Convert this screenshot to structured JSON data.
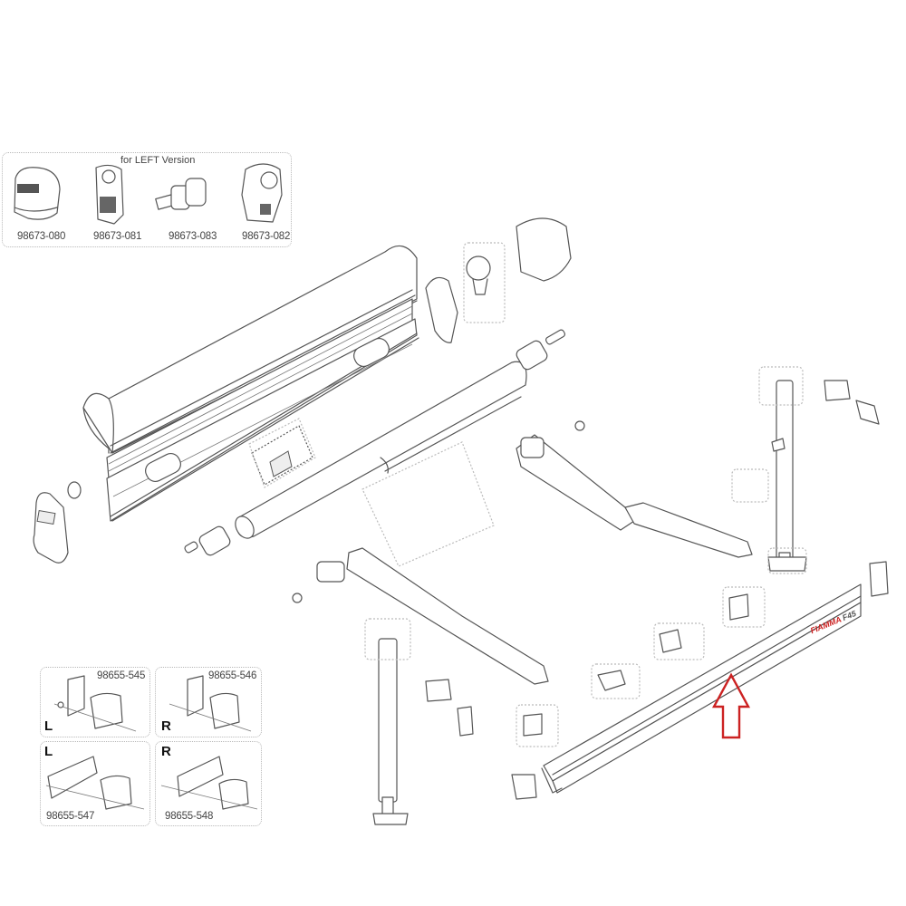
{
  "diagram": {
    "type": "exploded parts diagram",
    "subject": "Awning assembly (case, roller tube, arms, legs, front bar)",
    "accent_color": "#cc2222",
    "line_color": "#555555"
  },
  "left_version_box": {
    "title": "for LEFT Version",
    "parts": [
      {
        "number": "98673-080",
        "icon": "end-cap-cover-icon"
      },
      {
        "number": "98673-081",
        "icon": "end-plate-bracket-icon"
      },
      {
        "number": "98673-083",
        "icon": "roller-plug-icon"
      },
      {
        "number": "98673-082",
        "icon": "end-housing-icon"
      }
    ]
  },
  "mounting_kits": [
    {
      "number": "98655-545",
      "side": "L"
    },
    {
      "number": "98655-546",
      "side": "R"
    },
    {
      "number": "98655-547",
      "side": "L"
    },
    {
      "number": "98655-548",
      "side": "R"
    }
  ],
  "front_bar": {
    "brand_logo": "FIAMMA",
    "model_logo": "F45",
    "brand_color": "#cc2222"
  },
  "highlight_arrow": {
    "direction": "up",
    "color": "#cc2222",
    "points_to": "front bar"
  }
}
